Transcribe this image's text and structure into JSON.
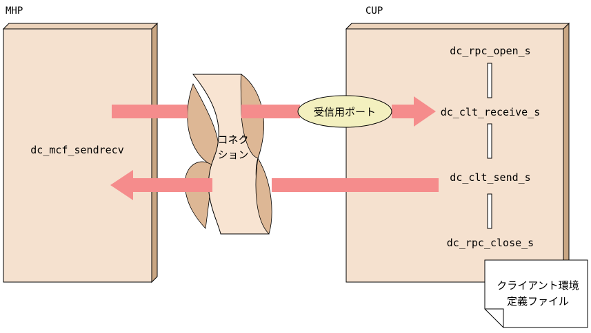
{
  "mhp": {
    "label": "MHP",
    "function": "dc_mcf_sendrecv"
  },
  "cup": {
    "label": "CUP",
    "functions": [
      "dc_rpc_open_s",
      "dc_clt_receive_s",
      "dc_clt_send_s",
      "dc_rpc_close_s"
    ]
  },
  "connection": {
    "line1": "コネク",
    "line2": "ション"
  },
  "receive_port": "受信用ポート",
  "definition_file": {
    "line1": "クライアント環境",
    "line2": "定義ファイル"
  },
  "colors": {
    "box_front": "#f5e1cf",
    "box_side": "#c9a683",
    "arrow": "#f58c8c",
    "connection_front": "#f8e4d2",
    "connection_shade": "#ddb795",
    "port_fill": "#f3f0bf"
  }
}
